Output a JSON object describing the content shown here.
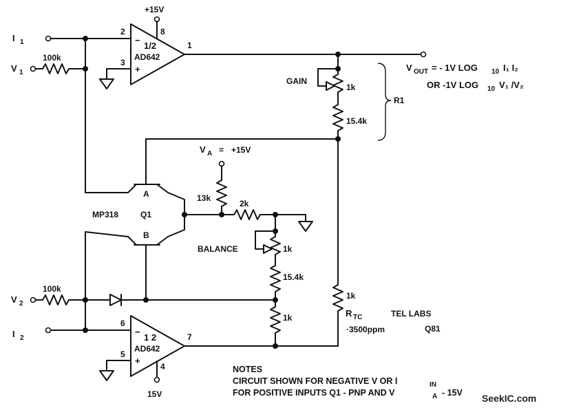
{
  "supply": {
    "top": "+15V",
    "bottom": "15V",
    "va": "+15V",
    "va_name": "V",
    "va_sub": "A"
  },
  "inputs": {
    "i1": "I",
    "i1_sub": "1",
    "v1": "V",
    "v1_sub": "1",
    "v2": "V",
    "v2_sub": "2",
    "i2": "I",
    "i2_sub": "2"
  },
  "opamp_top": {
    "name": "AD642",
    "part": "1/2",
    "pin_inv": "2",
    "pin_noninv": "3",
    "pin_out": "1",
    "pin_supply": "8",
    "minus": "−",
    "plus": "+"
  },
  "opamp_bottom": {
    "name": "AD642",
    "part": "1 2",
    "pin_inv": "6",
    "pin_noninv": "5",
    "pin_out": "7",
    "pin_supply": "4",
    "minus": "−",
    "plus": "+"
  },
  "transistor": {
    "part": "MP318",
    "ref": "Q1",
    "a": "A",
    "b": "B"
  },
  "resistors": {
    "r_in1": "100k",
    "r_in2": "100k",
    "r_gain": "1k",
    "r_15k4_top": "15.4k",
    "r_13k": "13k",
    "r_2k": "2k",
    "r_bal": "1k",
    "r_15k4_bal": "15.4k",
    "r_1k_bottom": "1k",
    "r_tc": "1k"
  },
  "labels": {
    "gain": "GAIN",
    "balance": "BALANCE",
    "r1": "R1",
    "rtc": "R",
    "rtc_sub": "TC",
    "rtc_coeff": "·3500ppm",
    "tel_labs": "TEL LABS",
    "q81": "Q81"
  },
  "vout": {
    "v": "V",
    "v_sub": "OUT",
    "eq1": "= - 1V LOG",
    "eq1_sub": "10",
    "eq1_tail": "I₁ I₂",
    "eq2": "OR -1V LOG",
    "eq2_sub": "10",
    "eq2_tail": "V₁ /V₂"
  },
  "notes": {
    "title": "NOTES",
    "line1": "CIRCUIT SHOWN FOR NEGATIVE V OR I",
    "line1_sub": "IN",
    "line2": "FOR POSITIVE INPUTS Q1 - PNP AND V",
    "line2_sub": "A",
    "line2_tail": "- 15V"
  },
  "watermark": "SeekIC.com"
}
